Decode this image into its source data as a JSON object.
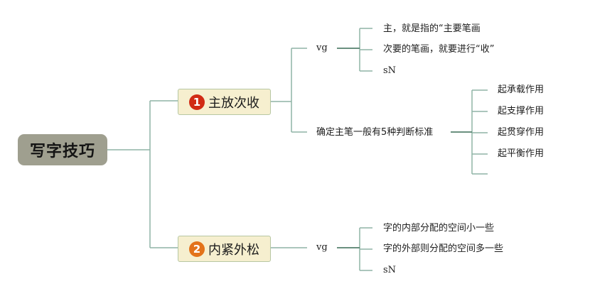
{
  "root": {
    "label": "写字技巧"
  },
  "branches": [
    {
      "number": "1",
      "label": "主放次收",
      "badge_color": "#d12b14",
      "sub_vg": {
        "label": "vg",
        "children": [
          "主，就是指的“主要笔画",
          "次要的笔画，就要进行“收”",
          "sN"
        ]
      },
      "sub_main": {
        "label": "确定主笔一般有5种判断标准",
        "children": [
          "起承载作用",
          "起支撑作用",
          "起贯穿作用",
          "起平衡作用",
          ""
        ]
      }
    },
    {
      "number": "2",
      "label": "内紧外松",
      "badge_color": "#e3731a",
      "sub_vg": {
        "label": "vg",
        "children": [
          "字的内部分配的空间小一些",
          "字的外部则分配的空间多一些",
          "sN"
        ]
      }
    }
  ],
  "colors": {
    "connector": "#8fb4a6",
    "connector_dark": "#54806d",
    "root_fill": "#9f9f8f",
    "topic_fill": "#f6efcf"
  }
}
